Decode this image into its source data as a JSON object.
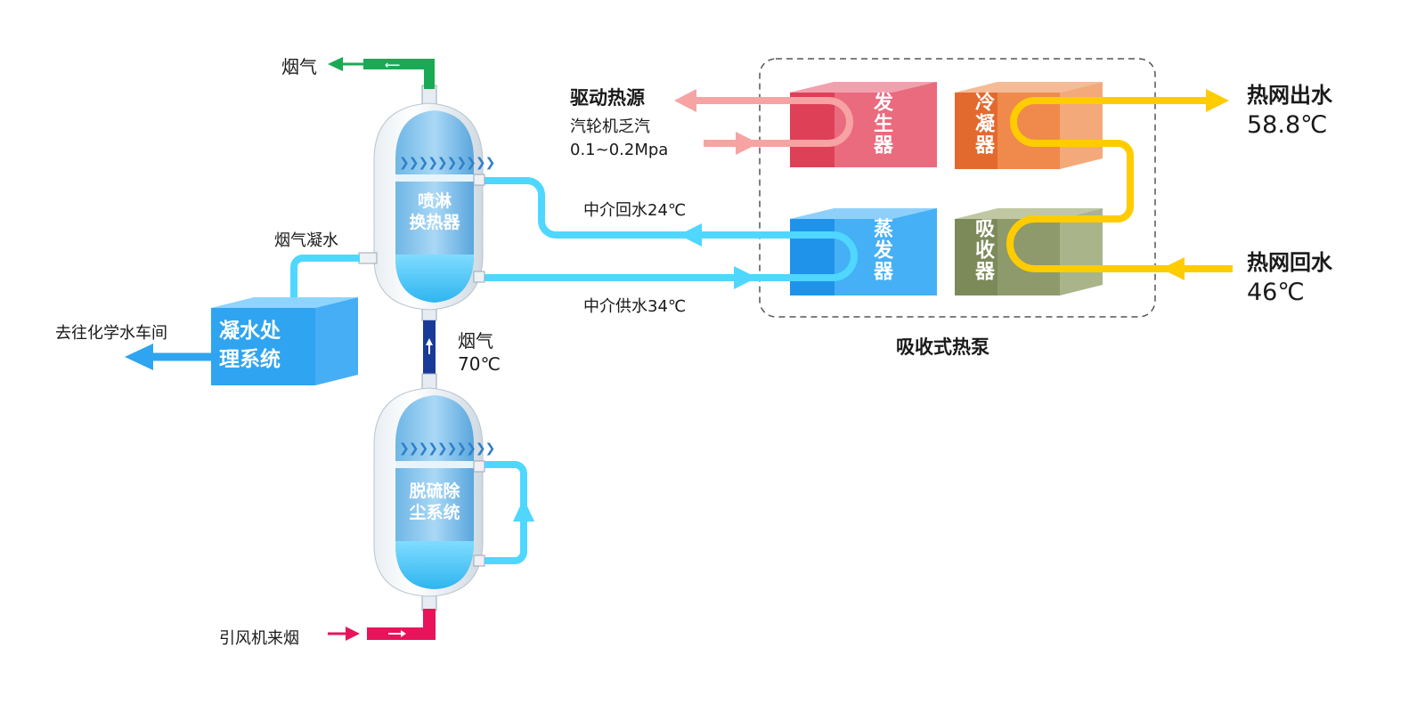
{
  "flue_gas_out": "烟气",
  "flue_gas_condensate": "烟气凝水",
  "to_chem_workshop": "去往化学水车间",
  "condensate_treatment": [
    "凝水处",
    "理系统"
  ],
  "spray_exchanger": [
    "喷淋",
    "换热器"
  ],
  "flue_gas_mid": [
    "烟气",
    "70℃"
  ],
  "desulfurization": [
    "脱硫除",
    "尘系统"
  ],
  "induced_fan_flue": "引风机来烟",
  "drive_heat_source": "驱动热源",
  "turbine_steam": [
    "汽轮机乏汽",
    "0.1~0.2Mpa"
  ],
  "medium_return": "中介回水24℃",
  "medium_supply": "中介供水34℃",
  "heat_pump_title": "吸收式热泵",
  "heat_pump_units": {
    "generator": "发生器",
    "condenser": "冷凝器",
    "evaporator": "蒸发器",
    "absorber": "吸收器"
  },
  "network_supply": [
    "热网出水",
    "58.8℃"
  ],
  "network_return": [
    "热网回水",
    "46℃"
  ],
  "colors": {
    "green": "#1aaa55",
    "cyan": "#4fd7ff",
    "navy": "#1a3a9a",
    "magenta": "#e8135a",
    "pink": "#f7a0a0",
    "yellow": "#ffcc00",
    "generator": "#e94e6a",
    "condenser": "#ec7f4e",
    "evaporator": "#2fa8f5",
    "absorber": "#8c9c6a"
  }
}
